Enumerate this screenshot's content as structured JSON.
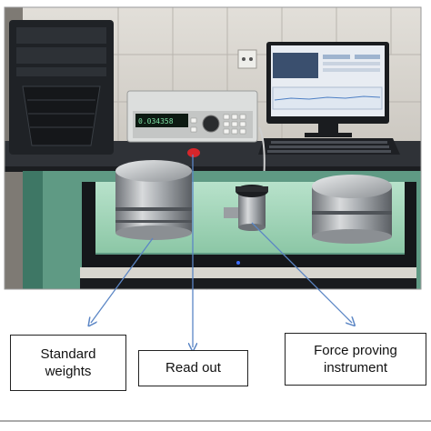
{
  "labels": {
    "standard_weights": "Standard\nweights",
    "read_out": "Read out",
    "force_proving": "Force proving\ninstrument"
  },
  "readout_display": {
    "value": "0.034358"
  },
  "colors": {
    "arrow": "#5b86c5",
    "tile_wall": "#d9d6d0",
    "bench_top": "#9fd3b6",
    "cabinet": "#2b2e33"
  }
}
